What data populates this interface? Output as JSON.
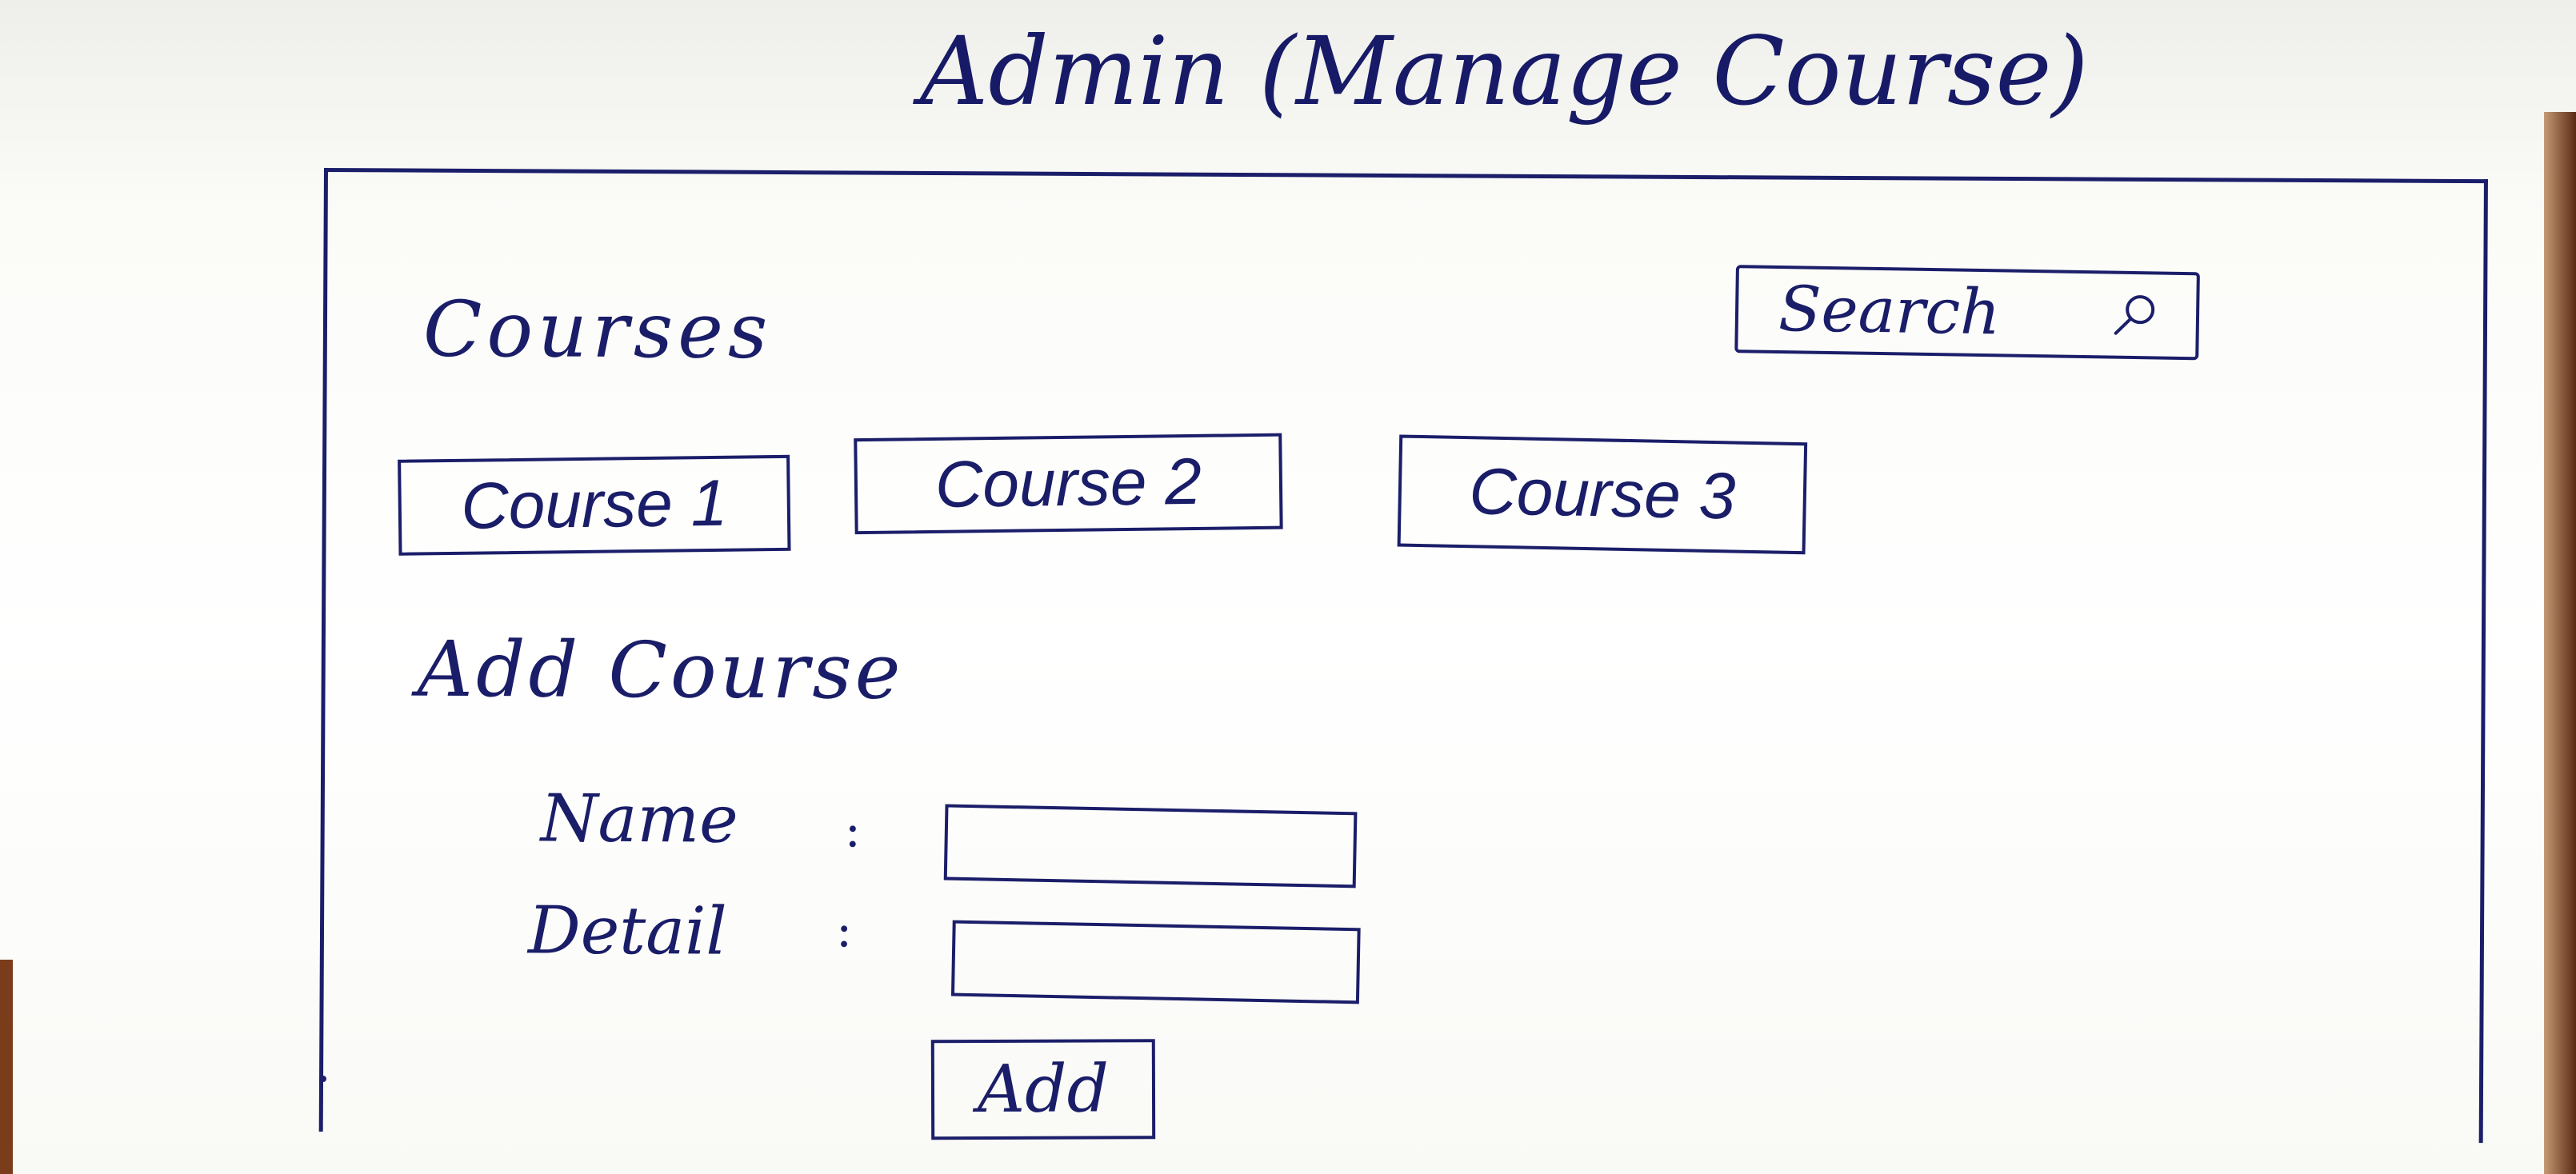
{
  "page": {
    "title": "Admin (Manage Course)"
  },
  "courses_section": {
    "heading": "Courses",
    "search": {
      "placeholder": "Search"
    },
    "items": [
      {
        "label": "Course 1"
      },
      {
        "label": "Course 2"
      },
      {
        "label": "Course 3"
      }
    ]
  },
  "add_course_section": {
    "heading": "Add Course",
    "fields": {
      "name": {
        "label": "Name",
        "separator": ":",
        "value": ""
      },
      "detail": {
        "label": "Detail",
        "separator": ":",
        "value": ""
      }
    },
    "submit_label": "Add"
  },
  "colors": {
    "ink": "#1b1e69",
    "paper": "#ffffff"
  },
  "icons": {
    "search": "search-icon"
  }
}
